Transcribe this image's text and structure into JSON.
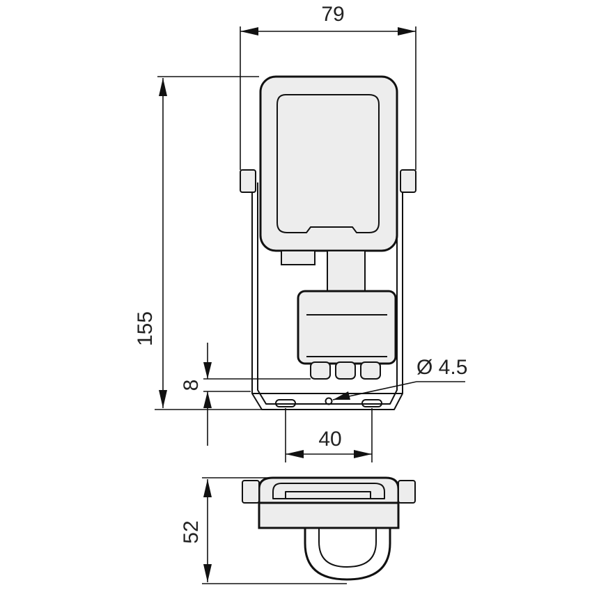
{
  "dimensions": {
    "width": "79",
    "height": "155",
    "mount_offset": "8",
    "hole_diameter": "Ø 4.5",
    "hole_spacing": "40",
    "depth": "52"
  },
  "colors": {
    "line": "#111111",
    "fill": "#ededed",
    "text": "#222222"
  }
}
